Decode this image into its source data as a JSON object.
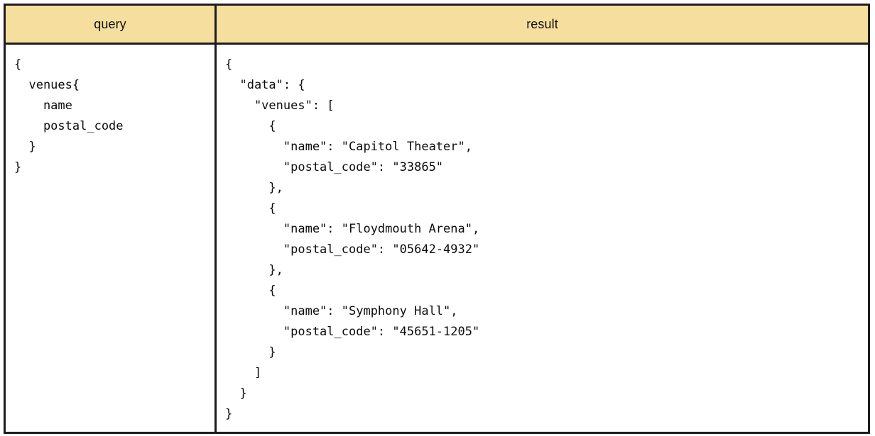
{
  "table": {
    "headers": {
      "query": "query",
      "result": "result"
    },
    "colors": {
      "header_background": "#f6df9e",
      "border": "#1d1d1d",
      "cell_background": "#ffffff",
      "text": "#0d0d0d"
    },
    "query_cell": {
      "language": "graphql",
      "code": "{\n  venues{\n    name\n    postal_code\n  }\n}"
    },
    "result_cell": {
      "language": "json",
      "code": "{\n  \"data\": {\n    \"venues\": [\n      {\n        \"name\": \"Capitol Theater\",\n        \"postal_code\": \"33865\"\n      },\n      {\n        \"name\": \"Floydmouth Arena\",\n        \"postal_code\": \"05642-4932\"\n      },\n      {\n        \"name\": \"Symphony Hall\",\n        \"postal_code\": \"45651-1205\"\n      }\n    ]\n  }\n}",
      "venues": [
        {
          "name": "Capitol Theater",
          "postal_code": "33865"
        },
        {
          "name": "Floydmouth Arena",
          "postal_code": "05642-4932"
        },
        {
          "name": "Symphony Hall",
          "postal_code": "45651-1205"
        }
      ]
    }
  }
}
